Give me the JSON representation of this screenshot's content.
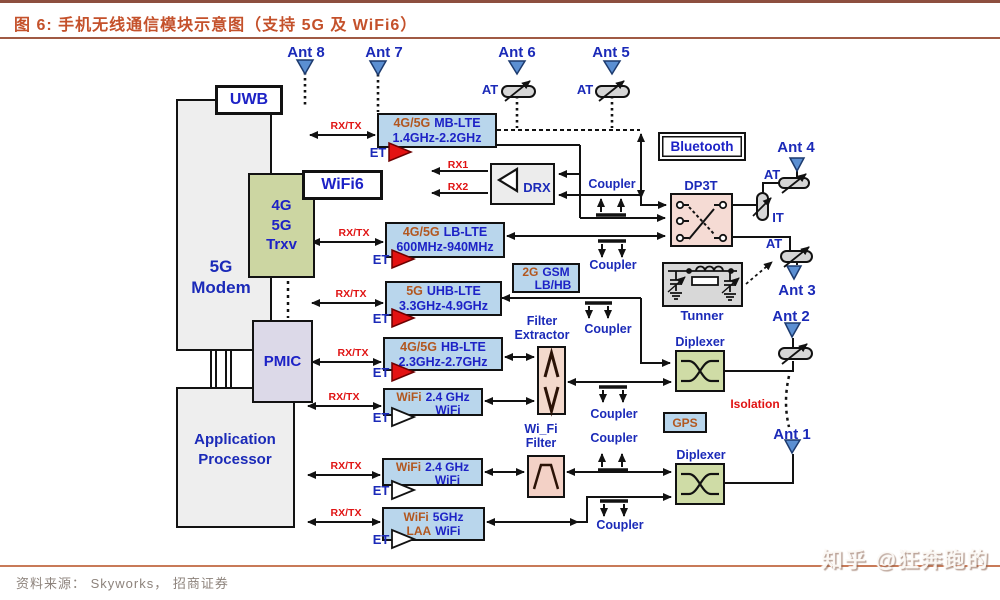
{
  "title": {
    "text": "图 6:  手机无线通信模块示意图（支持 5G 及 WiFi6）"
  },
  "footer": {
    "source": "资料来源： Skyworks， 招商证券",
    "watermark": "知乎 @狂奔跑的"
  },
  "strings": {
    "rxtx": "RX/TX",
    "et": "ET",
    "coupler": "Coupler",
    "rx1": "RX1",
    "rx2": "RX2",
    "at": "AT",
    "it": "IT",
    "isolation": "Isolation",
    "dp3t": "DP3T",
    "drx": "DRX",
    "bluetooth": "Bluetooth",
    "gps": "GPS",
    "tunner": "Tunner",
    "diplexer": "Diplexer",
    "uwb": "UWB",
    "wifi6": "WiFi6",
    "pmic": "PMIC",
    "modem_1": "5G",
    "modem_2": "Modem",
    "trxv_1": "4G",
    "trxv_2": "5G",
    "trxv_3": "Trxv",
    "app_1": "Application",
    "app_2": "Processor",
    "filter_extractor_1": "Filter",
    "filter_extractor_2": "Extractor",
    "wifi_filter_1": "Wi_Fi",
    "wifi_filter_2": "Filter"
  },
  "antennas": [
    {
      "label": "Ant 8"
    },
    {
      "label": "Ant 7"
    },
    {
      "label": "Ant 6"
    },
    {
      "label": "Ant 5"
    },
    {
      "label": "Ant 4"
    },
    {
      "label": "Ant 3"
    },
    {
      "label": "Ant 2"
    },
    {
      "label": "Ant 1"
    }
  ],
  "modules": [
    {
      "prefix": "4G/5G",
      "name": "MB-LTE",
      "line2": "1.4GHz-2.2GHz"
    },
    {
      "prefix": "4G/5G",
      "name": "LB-LTE",
      "line2": "600MHz-940MHz"
    },
    {
      "prefix": "2G",
      "name": "GSM",
      "line2": "LB/HB"
    },
    {
      "prefix": "5G",
      "name": "UHB-LTE",
      "line2": "3.3GHz-4.9GHz"
    },
    {
      "prefix": "4G/5G",
      "name": "HB-LTE",
      "line2": "2.3GHz-2.7GHz"
    },
    {
      "prefix": "WiFi",
      "name": "2.4 GHz",
      "line2": "WiFi"
    },
    {
      "prefix": "WiFi",
      "name": "2.4 GHz",
      "line2": "WiFi"
    },
    {
      "prefix": "WiFi",
      "name": "5GHz",
      "prefix2": "LAA",
      "line2": "WiFi"
    }
  ],
  "colors": {
    "title": "#c4512b",
    "module_fill": "#b9d6ec",
    "text_blue": "#1d22c6",
    "text_brown": "#b2571f",
    "text_red": "#e01313",
    "diplexer_fill": "#cfdca6",
    "dp3t_fill": "#f5dbd4",
    "filter_fill": "#f3d9cc",
    "tuner_fill": "#d8d8d8",
    "chip_fill": "#eeeeee",
    "pmic_fill": "#dcd9e8",
    "trxv_fill": "#ccd6a2",
    "antenna_fill": "#5b8fd2"
  }
}
